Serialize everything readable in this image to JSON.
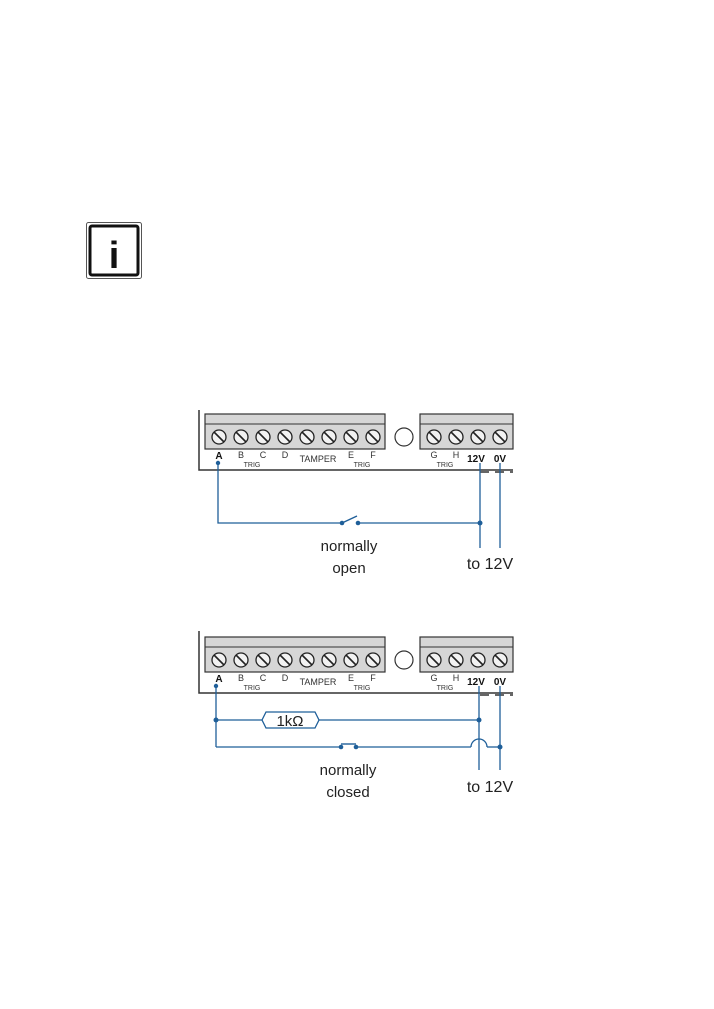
{
  "info_icon": {
    "symbol": "i",
    "name": "info-icon"
  },
  "colors": {
    "wire": "#1f5f99",
    "board_fill": "#d6d6d6",
    "board_stroke": "#333333",
    "screw_fill": "#f2f2f2"
  },
  "terminal_labels": {
    "A": "A",
    "B": "B",
    "C": "C",
    "D": "D",
    "TAMPER": "TAMPER",
    "E": "E",
    "F": "F",
    "G": "G",
    "H": "H",
    "V12": "12V",
    "V0": "0V",
    "TRIG": "TRIG"
  },
  "diagram_top": {
    "caption_line1": "normally",
    "caption_line2": "open",
    "supply_label": "to 12V"
  },
  "diagram_bottom": {
    "resistor_label": "1kΩ",
    "caption_line1": "normally",
    "caption_line2": "closed",
    "supply_label": "to 12V"
  }
}
